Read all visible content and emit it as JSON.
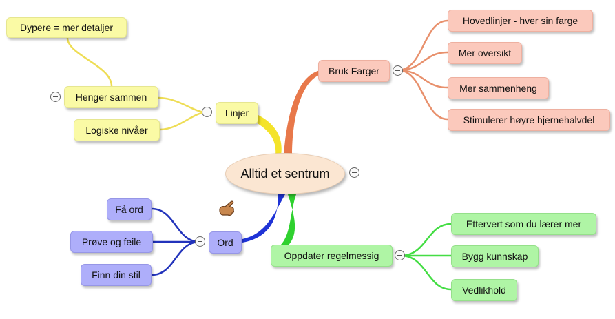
{
  "center": {
    "label": "Alltid et sentrum"
  },
  "branches": {
    "linjer": {
      "label": "Linjer",
      "children": [
        "Henger sammen",
        "Logiske nivåer"
      ],
      "grandchild": "Dypere = mer detaljer",
      "color": "#f2e44a"
    },
    "farger": {
      "label": "Bruk Farger",
      "children": [
        "Hovedlinjer - hver sin farge",
        "Mer oversikt",
        "Mer sammenheng",
        "Stimulerer høyre hjernehalvdel"
      ],
      "color": "#e87a4c"
    },
    "ord": {
      "label": "Ord",
      "children": [
        "Få ord",
        "Prøve og feile",
        "Finn din stil"
      ],
      "color": "#1f2fb8"
    },
    "oppdater": {
      "label": "Oppdater regelmessig",
      "children": [
        "Ettervert som du lærer mer",
        "Bygg kunnskap",
        "Vedlikhold"
      ],
      "color": "#3fd23c"
    }
  },
  "icons": {
    "pointer": "hand-pointer-icon",
    "collapse": "collapse-toggle-icon"
  }
}
